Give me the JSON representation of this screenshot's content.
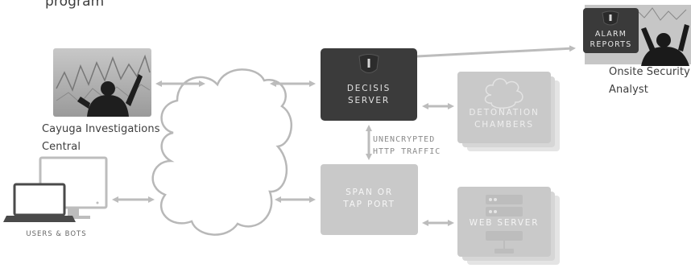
{
  "top_caption": "program",
  "nodes": {
    "decisis_server": {
      "line1": "DECISIS",
      "line2": "SERVER"
    },
    "detonation_chambers": {
      "line1": "DETONATION",
      "line2": "CHAMBERS"
    },
    "span_tap_port": {
      "line1": "SPAN OR",
      "line2": "TAP PORT"
    },
    "web_server": {
      "line1": "WEB SERVER"
    },
    "alarm_reports": {
      "line1": "ALARM",
      "line2": "REPORTS"
    },
    "users_bots": {
      "label": "USERS & BOTS"
    }
  },
  "captions": {
    "cayuga": {
      "line1": "Cayuga Investigations",
      "line2": "Central"
    },
    "analyst": {
      "line1": "Onsite Security",
      "line2": "Analyst"
    }
  },
  "edge_labels": {
    "unencrypted": {
      "line1": "UNENCRYPTED",
      "line2": "HTTP TRAFFIC"
    }
  },
  "colors": {
    "arrow": "#bcbcbc",
    "server_dark": "#3b3b3b",
    "box_light": "#c9c9c9",
    "cloud_stroke": "#b8b8b8"
  }
}
